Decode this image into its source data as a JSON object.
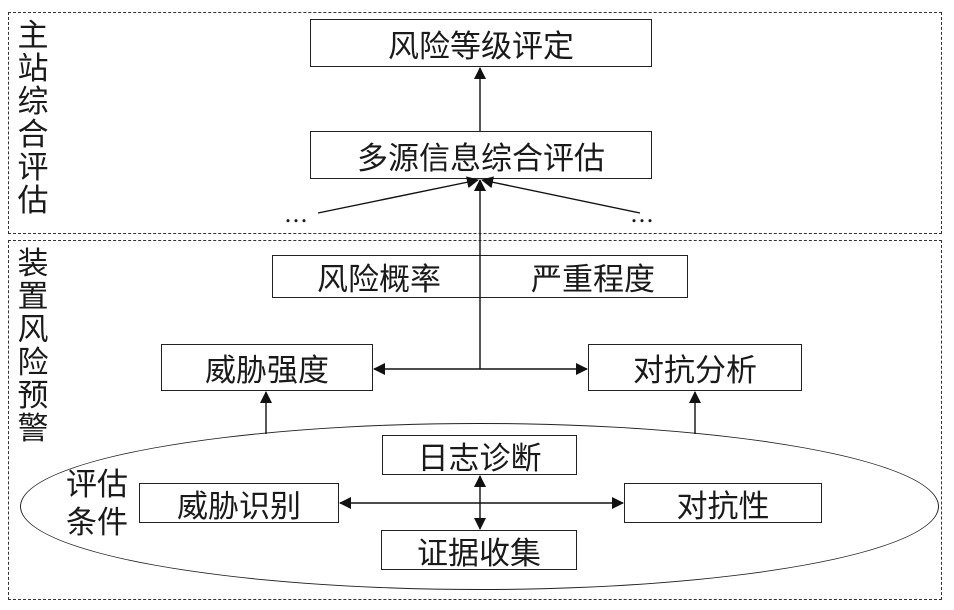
{
  "sections": {
    "main_station": {
      "label": "主站综合评估"
    },
    "device_warning": {
      "label": "装置风险预警"
    }
  },
  "nodes": {
    "risk_rating": "风险等级评定",
    "multi_source": "多源信息综合评估",
    "dots_left": "…",
    "dots_right": "…",
    "risk_probability": "风险概率",
    "severity": "严重程度",
    "threat_intensity": "威胁强度",
    "confrontation_analysis": "对抗分析",
    "eval_conditions": "评估条件",
    "log_diagnosis": "日志诊断",
    "threat_identification": "威胁识别",
    "confrontation": "对抗性",
    "evidence_collection": "证据收集"
  }
}
